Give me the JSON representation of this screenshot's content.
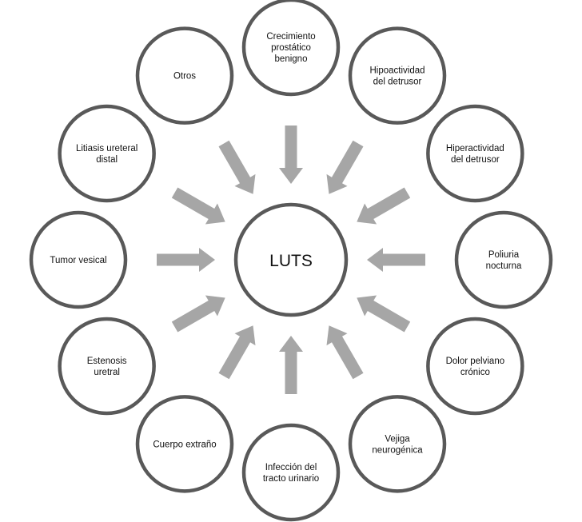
{
  "diagram": {
    "center": {
      "label": "LUTS"
    },
    "colors": {
      "circle_stroke": "#595959",
      "circle_fill": "#ffffff",
      "arrow_fill": "#a6a6a6",
      "text": "#111111"
    },
    "causes": [
      {
        "id": "crecimiento-prostatico-benigno",
        "lines": [
          "Crecimiento",
          "prostático",
          "benigno"
        ]
      },
      {
        "id": "hipoactividad-del-detrusor",
        "lines": [
          "Hipoactividad",
          "del detrusor"
        ]
      },
      {
        "id": "hiperactividad-del-detrusor",
        "lines": [
          "Hiperactividad",
          "del detrusor"
        ]
      },
      {
        "id": "poliuria-nocturna",
        "lines": [
          "Poliuria",
          "nocturna"
        ]
      },
      {
        "id": "dolor-pelviano-cronico",
        "lines": [
          "Dolor pelviano",
          "crónico"
        ]
      },
      {
        "id": "vejiga-neurogenica",
        "lines": [
          "Vejiga",
          "neurogénica"
        ]
      },
      {
        "id": "infeccion-del-tracto-urinario",
        "lines": [
          "Infección del",
          "tracto urinario"
        ]
      },
      {
        "id": "cuerpo-extrano",
        "lines": [
          "Cuerpo extraño"
        ]
      },
      {
        "id": "estenosis-uretral",
        "lines": [
          "Estenosis",
          "uretral"
        ]
      },
      {
        "id": "tumor-vesical",
        "lines": [
          "Tumor vesical"
        ]
      },
      {
        "id": "litiasis-ureteral-distal",
        "lines": [
          "Litiasis ureteral",
          "distal"
        ]
      },
      {
        "id": "otros",
        "lines": [
          "Otros"
        ]
      }
    ]
  }
}
